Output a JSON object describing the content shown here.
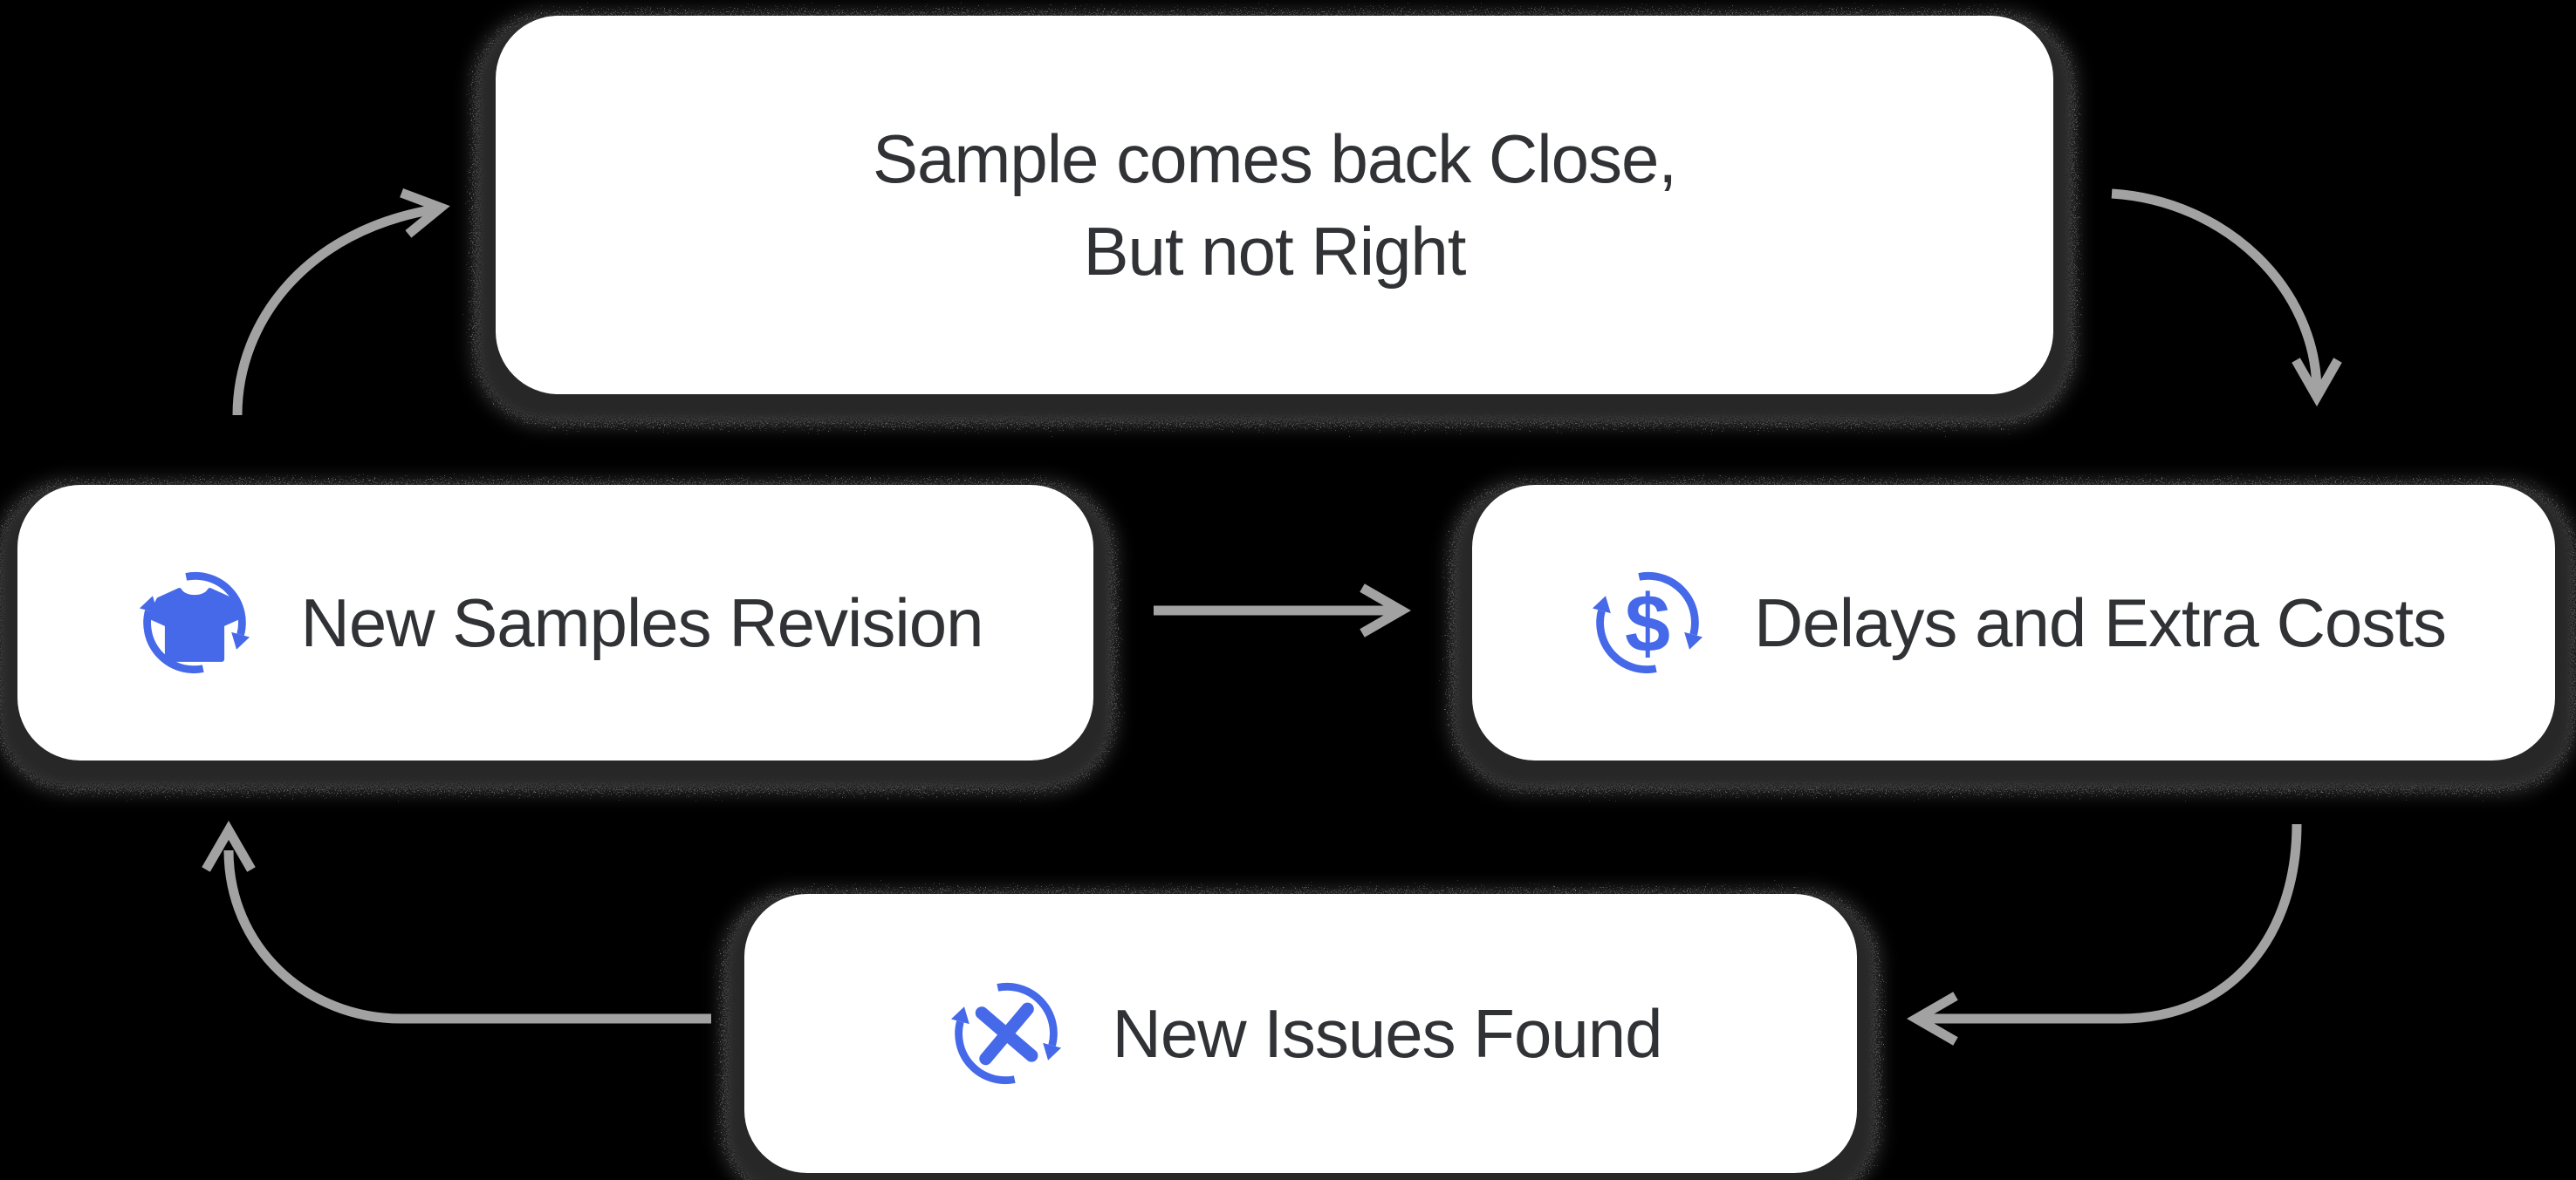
{
  "background": "#000000",
  "colors": {
    "background": "#000000",
    "box_fill": "#ffffff",
    "box_text": "#303236",
    "accent": "#4569e8",
    "connector": "#a2a2a2",
    "shadow": "#272727",
    "halo": "#ffffff"
  },
  "nodes": {
    "top": {
      "label_line1": "Sample comes back Close,",
      "label_line2": "But not Right"
    },
    "left": {
      "label": "New Samples Revision",
      "icon": "tshirt-cycle-icon"
    },
    "right": {
      "label": "Delays and Extra Costs",
      "icon": "dollar-cycle-icon",
      "icon_glyph": "$"
    },
    "bottom": {
      "label": "New Issues Found",
      "icon": "x-cycle-icon"
    }
  },
  "connectors": [
    {
      "from": "left",
      "to": "top",
      "style": "curved"
    },
    {
      "from": "top",
      "to": "right",
      "style": "curved"
    },
    {
      "from": "left",
      "to": "right",
      "style": "straight"
    },
    {
      "from": "right",
      "to": "bottom",
      "style": "curved"
    },
    {
      "from": "bottom",
      "to": "left",
      "style": "curved"
    }
  ]
}
